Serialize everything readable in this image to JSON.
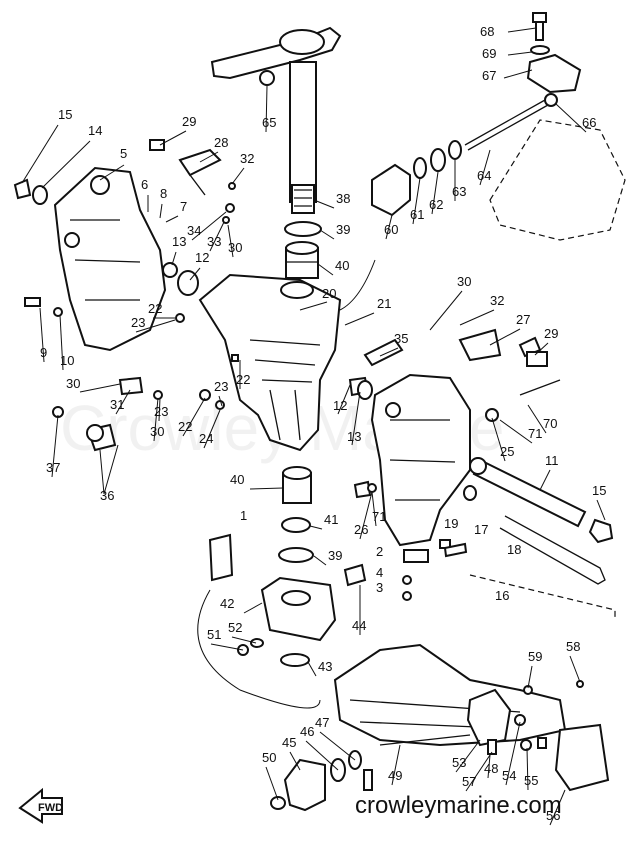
{
  "watermark": "Crowley Marine",
  "site_text": "crowleymarine.com",
  "fwd_label": "FWD",
  "callouts": [
    "1",
    "2",
    "3",
    "4",
    "5",
    "6",
    "7",
    "8",
    "9",
    "10",
    "11",
    "12",
    "13",
    "14",
    "15",
    "16",
    "17",
    "18",
    "19",
    "20",
    "21",
    "22",
    "23",
    "24",
    "25",
    "26",
    "27",
    "28",
    "29",
    "30",
    "31",
    "32",
    "33",
    "34",
    "35",
    "36",
    "37",
    "38",
    "39",
    "40",
    "41",
    "42",
    "43",
    "44",
    "45",
    "46",
    "47",
    "48",
    "49",
    "50",
    "51",
    "52",
    "53",
    "54",
    "55",
    "56",
    "57",
    "58",
    "59",
    "60",
    "61",
    "62",
    "63",
    "64",
    "65",
    "66",
    "67",
    "68",
    "69",
    "70",
    "71"
  ]
}
